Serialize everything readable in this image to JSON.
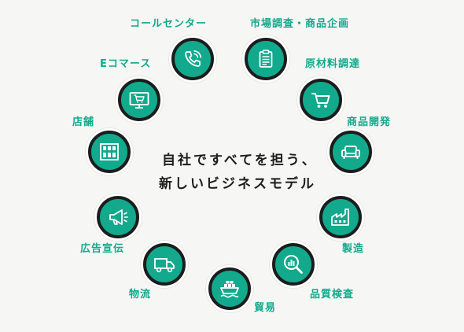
{
  "center": {
    "line1": "自社ですべてを担う、",
    "line2": "新しいビジネスモデル"
  },
  "colors": {
    "accent": "#12a98c",
    "ring": "#1c1c1c",
    "background": "#f6f6f4",
    "text": "#1d1d1d"
  },
  "nodes": [
    {
      "label": "コールセンター",
      "icon": "phone-icon"
    },
    {
      "label": "市場調査・商品企画",
      "icon": "clipboard-icon"
    },
    {
      "label": "原材料調達",
      "icon": "shopping-cart-icon"
    },
    {
      "label": "商品開発",
      "icon": "sofa-icon"
    },
    {
      "label": "製造",
      "icon": "factory-icon"
    },
    {
      "label": "品質検査",
      "icon": "magnifier-chart-icon"
    },
    {
      "label": "貿易",
      "icon": "cargo-ship-icon"
    },
    {
      "label": "物流",
      "icon": "delivery-truck-icon"
    },
    {
      "label": "広告宣伝",
      "icon": "megaphone-icon"
    },
    {
      "label": "店舗",
      "icon": "storefront-icon"
    },
    {
      "label": "Eコマース",
      "icon": "ecommerce-cart-icon"
    }
  ]
}
